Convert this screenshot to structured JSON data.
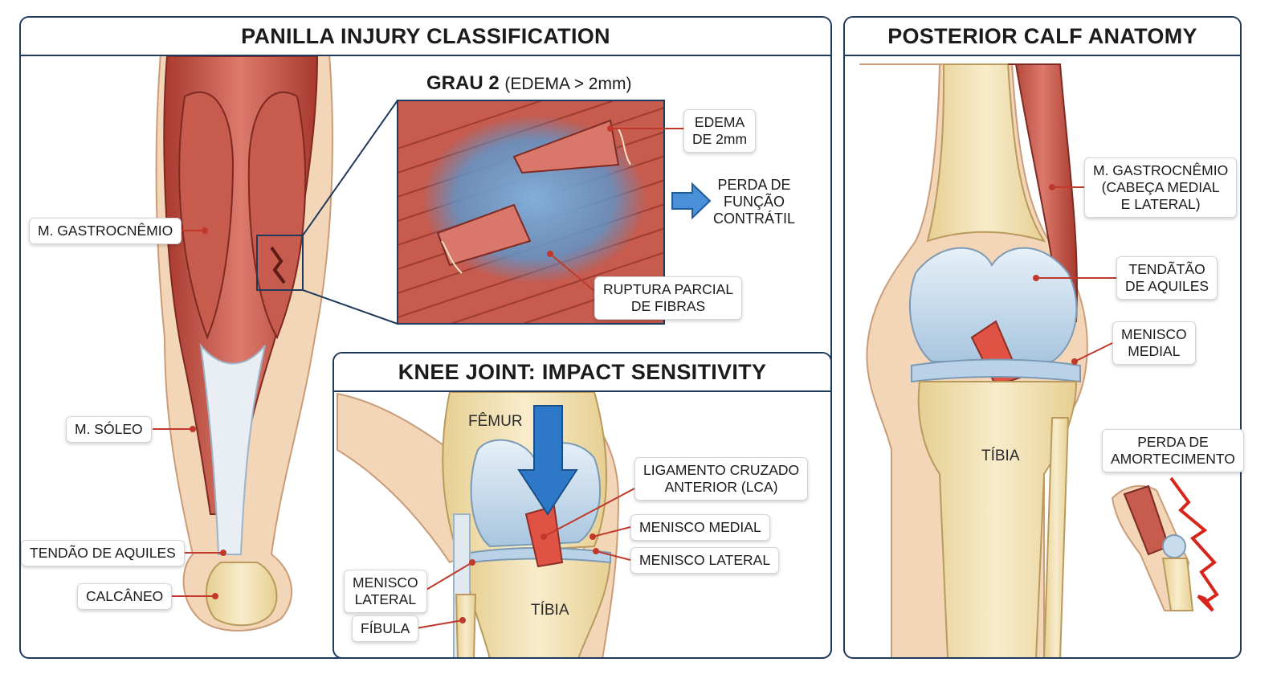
{
  "left_panel": {
    "title": "PANILLA INJURY CLASSIFICATION",
    "grade_title": "GRAU 2",
    "grade_detail": "(EDEMA > 2mm)",
    "labels": {
      "gastrocnemio": "M. GASTROCNÊMIO",
      "soleo": "M. SÓLEO",
      "tendao_aquiles": "TENDÃO DE AQUILES",
      "calcaneo": "CALCÂNEO",
      "edema": "EDEMA\nDE 2mm",
      "perda_funcao": "PERDA DE\nFUNÇÃO\nCONTRÁTIL",
      "ruptura": "RUPTURA PARCIAL\nDE FIBRAS"
    }
  },
  "knee_panel": {
    "title": "KNEE JOINT: IMPACT SENSITIVITY",
    "labels": {
      "femur": "FÊMUR",
      "tibia": "TÍBIA",
      "lca": "LIGAMENTO CRUZADO\nANTERIOR (LCA)",
      "menisco_medial": "MENISCO MEDIAL",
      "menisco_lateral_right": "MENISCO LATERAL",
      "menisco_lateral_left": "MENISCO\nLATERAL",
      "fibula": "FÍBULA"
    }
  },
  "right_panel": {
    "title": "POSTERIOR CALF ANATOMY",
    "labels": {
      "gastrocnemio": "M. GASTROCNÊMIO\n(CABEÇA MEDIAL\nE LATERAL)",
      "tendao": "TENDÃTÃO\nDE AQUILES",
      "menisco_medial": "MENISCO\nMEDIAL",
      "tibia": "TÍBIA",
      "perda_amortecimento": "PERDA DE\nAMORTECIMENTO"
    }
  },
  "colors": {
    "frame": "#1e3a5c",
    "muscle": "#c8544a",
    "bone": "#f1e2b6",
    "cartilage": "#c9dcec",
    "edema": "#5a98cf",
    "arrow": "#2e79c7",
    "leader": "#c0392b"
  }
}
